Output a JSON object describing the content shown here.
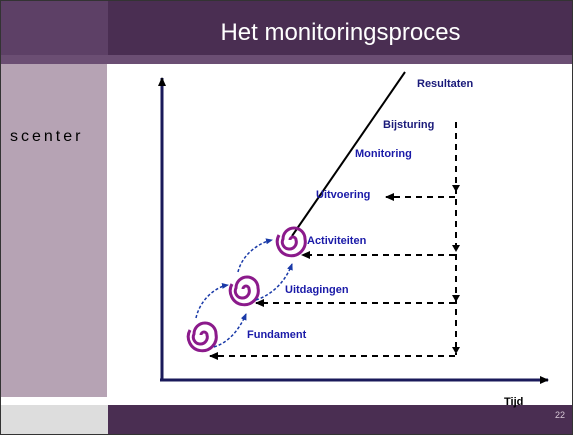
{
  "slide": {
    "title": "Het monitoringsproces",
    "sidebar_text": "scenter",
    "page_number": "22",
    "x_axis_label": "Tijd"
  },
  "diagram": {
    "labels": {
      "resultaten": "Resultaten",
      "bijsturing": "Bijsturing",
      "monitoring": "Monitoring",
      "uitvoering": "Uitvoering",
      "activiteiten": "Activiteiten",
      "uitdagingen": "Uitdagingen",
      "fundament": "Fundament"
    },
    "colors": {
      "label_text": "#1a1aa8",
      "spiral": "#8b1a8b",
      "connector": "#1a3aa8",
      "header_band": "#4a2e52",
      "sidebar": "#b6a3b4"
    }
  }
}
